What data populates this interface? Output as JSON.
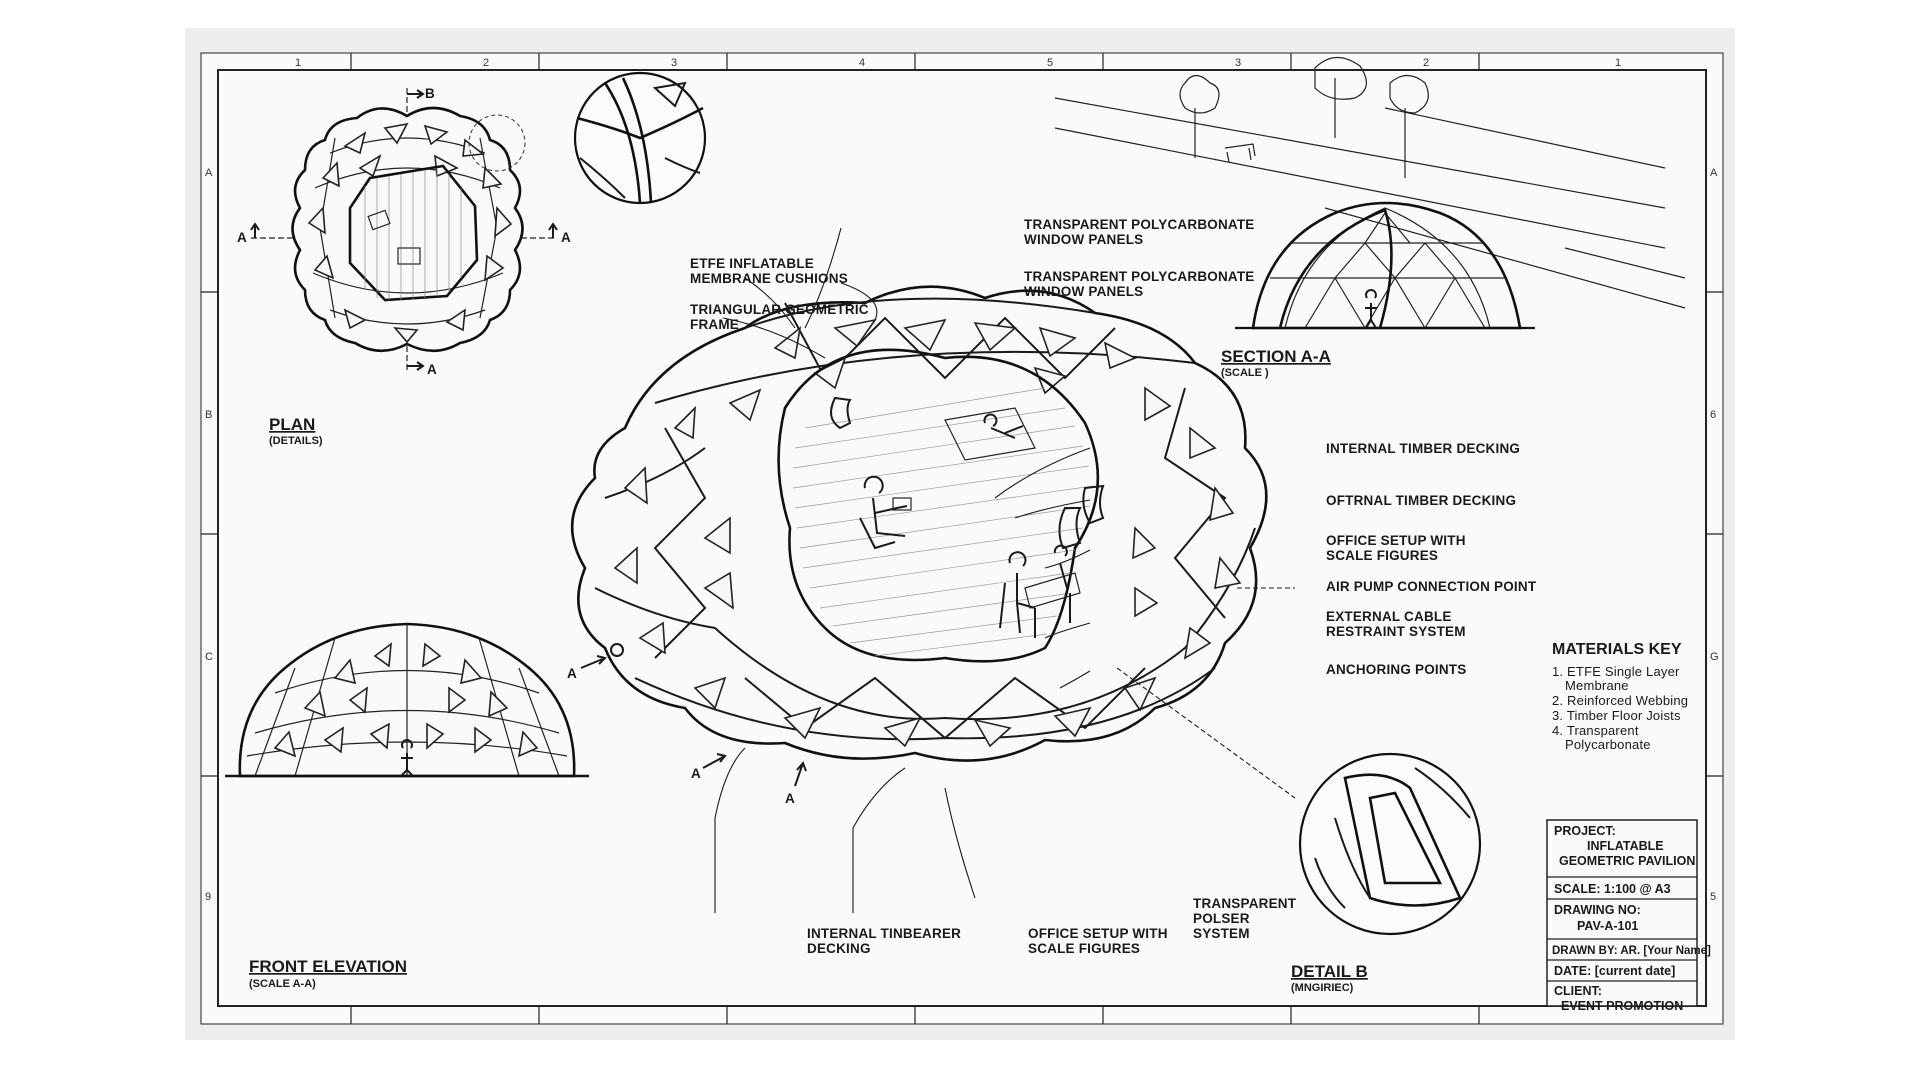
{
  "grid": {
    "top": [
      "1",
      "2",
      "3",
      "4",
      "5",
      "3",
      "2",
      "1"
    ],
    "left": [
      "A",
      "B",
      "C",
      "9"
    ],
    "right": [
      "A",
      "6",
      "G",
      "5"
    ]
  },
  "plan": {
    "title": "PLAN",
    "subtitle": "(DETAILS)",
    "section_marks": [
      "B",
      "A",
      "A",
      "A"
    ]
  },
  "front_elevation": {
    "title": "FRONT ELEVATION",
    "subtitle": "(SCALE A-A)"
  },
  "section_aa": {
    "title": "SECTION A-A",
    "subtitle": "(SCALE )"
  },
  "detail_b": {
    "title": "DETAIL B",
    "subtitle": "(MNGIRIEC)"
  },
  "view_marks": [
    "A",
    "A",
    "A"
  ],
  "callouts": {
    "etfe": [
      "ETFE INFLATABLE",
      "MEMBRANE CUSHIONS"
    ],
    "frame": [
      "TRIANGULAR GEOMETRIC",
      "FRAME"
    ],
    "window1": [
      "TRANSPARENT POLYCARBONATE",
      "WINDOW PANELS"
    ],
    "window2": [
      "TRANSPARENT POLYCARBONATE",
      "WINDOW PANELS"
    ],
    "decking": "INTERNAL TIMBER DECKING",
    "oftrnal": "OFTRNAL TIMBER DECKING",
    "office": [
      "OFFICE SETUP WITH",
      "SCALE FIGURES"
    ],
    "air": "AIR PUMP CONNECTION POINT",
    "cable": [
      "EXTERNAL CABLE",
      "RESTRAINT SYSTEM"
    ],
    "anchor": "ANCHORING POINTS",
    "tinbearer": [
      "INTERNAL TINBEARER",
      "DECKING"
    ],
    "office2": [
      "OFFICE SETUP WITH",
      "SCALE FIGURES"
    ],
    "polser": [
      "TRANSPARENT",
      "POLSER",
      "SYSTEM"
    ]
  },
  "materials": {
    "title": "MATERIALS KEY",
    "lines": [
      "1. ETFE Single Layer",
      "Membrane",
      "2. Reinforced Webbing",
      "3. Timber Floor Joists",
      "4. Transparent",
      "Polycarbonate"
    ]
  },
  "title_block": {
    "project_label": "PROJECT:",
    "project_name": [
      "INFLATABLE",
      "GEOMETRIC PAVILION"
    ],
    "scale": "SCALE: 1:100 @ A3",
    "drawing_no_label": "DRAWING NO:",
    "drawing_no": "PAV-A-101",
    "drawn_by": "DRAWN BY: AR. [Your Name]",
    "date": "DATE: [current date]",
    "client_label": "CLIENT:",
    "client": "EVENT PROMOTION"
  }
}
